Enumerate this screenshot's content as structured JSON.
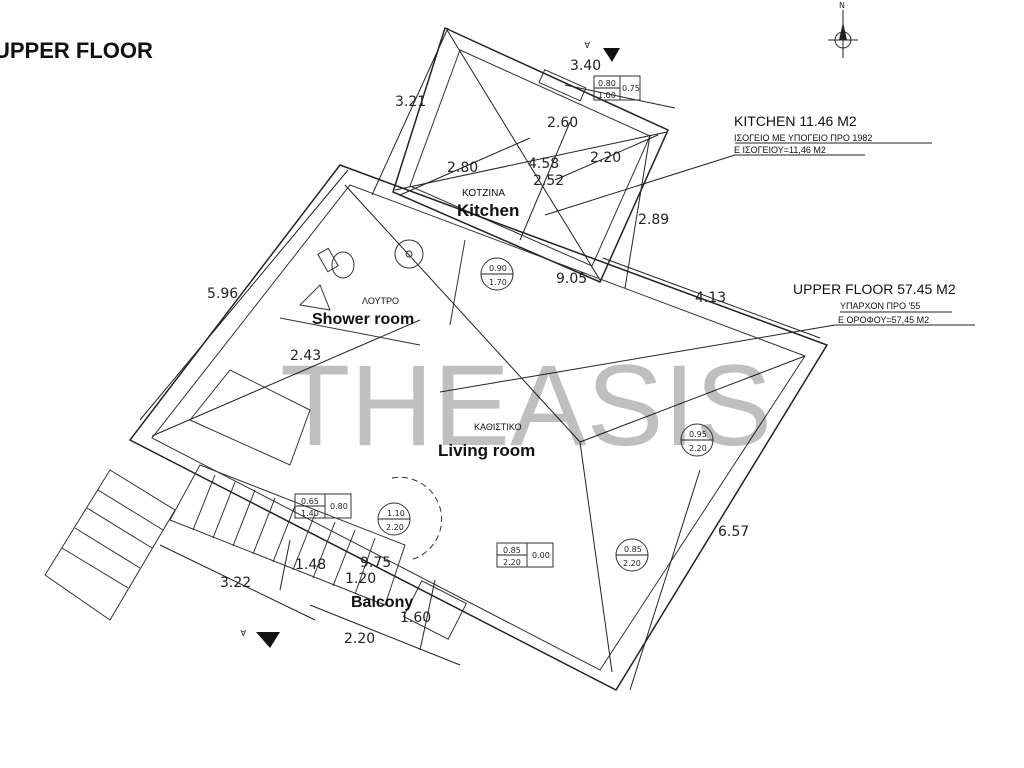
{
  "title": "UPPER FLOOR",
  "watermark": "THEASIS",
  "compass_label": "N",
  "section_marker": "A",
  "rooms": {
    "kitchen": {
      "greek": "ΚΟΤΖΙΝΑ",
      "english": "Kitchen"
    },
    "shower": {
      "greek": "ΛΟΥΤΡΟ",
      "english": "Shower room"
    },
    "living": {
      "greek": "ΚΑΘΙΣΤΙΚΟ",
      "english": "Living room"
    },
    "balcony": {
      "english": "Balcony"
    }
  },
  "annotations": {
    "kitchen": {
      "title": "KITCHEN 11.46 M2",
      "line1": "ΙΣΟΓΕΙΟ ΜΕ ΥΠΟΓΕΙΟ ΠΡΟ 1982",
      "line2": "Ε ΙΣΟΓΕΙΟΥ=11,46 Μ2"
    },
    "upper": {
      "title": "UPPER FLOOR 57.45 M2",
      "line1": "ΥΠΑΡΧΟΝ ΠΡΟ '55",
      "line2": "Ε ΟΡΟΦΟΥ=57,45 Μ2"
    }
  },
  "dimensions": [
    "3.40",
    "3.21",
    "2.60",
    "2.80",
    "4.58",
    "2.20",
    "2.52",
    "2.89",
    "9.05",
    "4.13",
    "5.96",
    "2.43",
    "6.57",
    "3.22",
    "1.48",
    "9.75",
    "1.20",
    "1.60",
    "2.20"
  ],
  "openings": [
    {
      "w": "0.80",
      "h": "1.00",
      "s": "0.75"
    },
    {
      "w": "0.90",
      "h": "1.70"
    },
    {
      "w": "0.95",
      "h": "2.20"
    },
    {
      "w": "0.65",
      "h": "1.40",
      "s": "0.80"
    },
    {
      "w": "1.10",
      "h": "2.20"
    },
    {
      "w": "0.85",
      "h": "2.20",
      "s": "0.00"
    },
    {
      "w": "0.85",
      "h": "2.20"
    }
  ]
}
